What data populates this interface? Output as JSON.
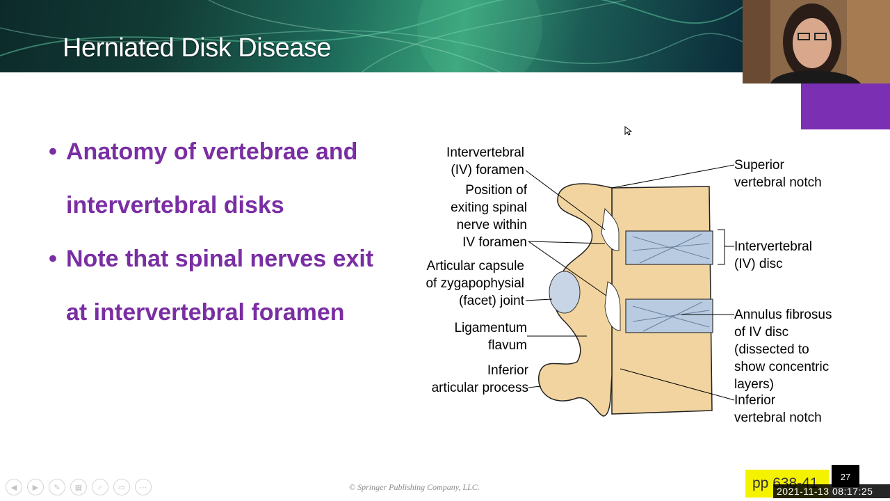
{
  "slide": {
    "title": "Herniated Disk Disease",
    "bullets": [
      "Anatomy of vertebrae and intervertebral disks",
      "Note that spinal nerves exit at intervertebral foramen"
    ],
    "bullet_char": "•",
    "footer_copyright": "© Springer Publishing Company, LLC.",
    "page_ref": "pp 638-41",
    "slide_number": "27"
  },
  "figure": {
    "labels_left": [
      "Intervertebral\n(IV) foramen",
      "Position of\nexiting spinal\nnerve within\nIV foramen",
      "Articular capsule\nof zygapophysial\n(facet) joint",
      "Ligamentum\nflavum",
      "Inferior\narticular process"
    ],
    "labels_right": [
      "Superior\nvertebral notch",
      "Intervertebral\n(IV) disc",
      "Annulus fibrosus\nof IV disc\n(dissected to\nshow concentric\nlayers)",
      "Inferior\nvertebral notch"
    ]
  },
  "overlay": {
    "timestamp": "2021-11-13  08:17:25"
  },
  "nav_icons": [
    "previous-icon",
    "next-icon",
    "pen-icon",
    "slides-icon",
    "zoom-icon",
    "subtitles-icon",
    "more-icon"
  ],
  "colors": {
    "bullet_text": "#7a2ea3",
    "bone": "#f2d4a0",
    "disc": "#b8cbe0",
    "page_ref_bg": "#f5f200",
    "cam_tile": "#7b2fb3"
  }
}
